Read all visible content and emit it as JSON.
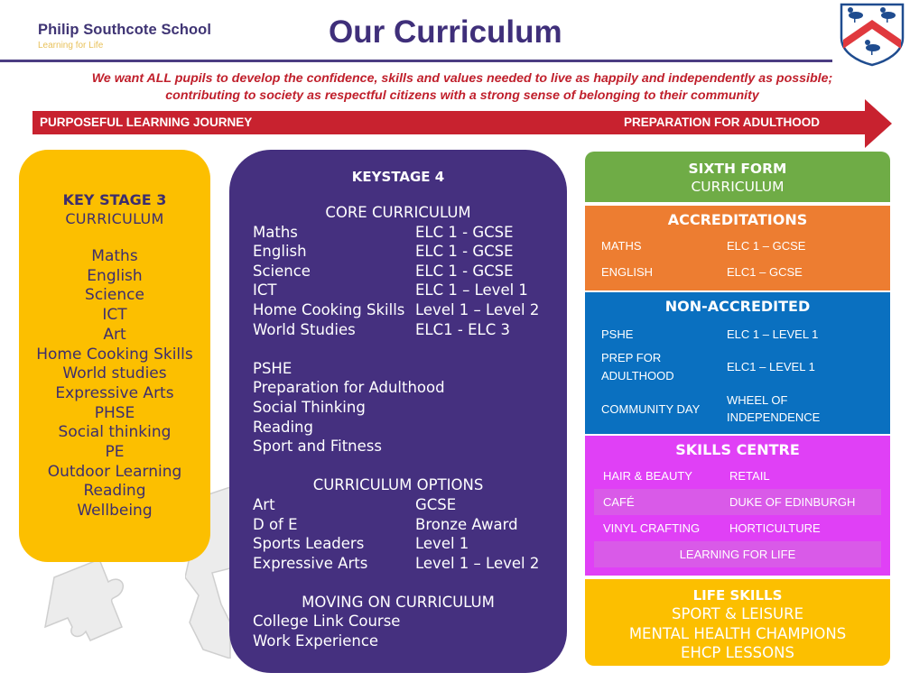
{
  "header": {
    "school_name": "Philip Southcote School",
    "school_tagline": "Learning for Life",
    "title": "Our Curriculum",
    "crest_icon": "school-crest-icon"
  },
  "mission": {
    "line1": "We want ALL pupils to develop the confidence, skills and values needed to live as happily and independently as possible;",
    "line2": "contributing to society as respectful citizens with a strong sense of belonging to their community"
  },
  "journey_arrow": {
    "left_label": "PURPOSEFUL LEARNING JOURNEY",
    "right_label": "PREPARATION FOR ADULTHOOD",
    "color": "#c8222f"
  },
  "key_stage_3": {
    "title": "KEY STAGE 3",
    "subtitle": "CURRICULUM",
    "color": "#fcbf00",
    "subjects": [
      "Maths",
      "English",
      "Science",
      "ICT",
      "Art",
      "Home Cooking Skills",
      "World studies",
      "Expressive Arts",
      "PHSE",
      "Social thinking",
      "PE",
      "Outdoor Learning",
      "Reading",
      "Wellbeing"
    ]
  },
  "key_stage_4": {
    "title": "KEYSTAGE 4",
    "color": "#45307f",
    "core": {
      "heading": "CORE CURRICULUM",
      "rows": [
        {
          "subject": "Maths",
          "level": "ELC 1 - GCSE"
        },
        {
          "subject": "English",
          "level": "ELC 1 - GCSE"
        },
        {
          "subject": "Science",
          "level": "ELC 1 - GCSE"
        },
        {
          "subject": "ICT",
          "level": "ELC 1 – Level 1"
        },
        {
          "subject": "Home Cooking Skills",
          "level": "Level 1 – Level 2"
        },
        {
          "subject": "World Studies",
          "level": "ELC1 - ELC 3"
        }
      ]
    },
    "other_subjects": [
      "PSHE",
      "Preparation for Adulthood",
      "Social Thinking",
      "Reading",
      "Sport and Fitness"
    ],
    "options": {
      "heading": "CURRICULUM OPTIONS",
      "rows": [
        {
          "subject": "Art",
          "level": "GCSE"
        },
        {
          "subject": "D of E",
          "level": "Bronze Award"
        },
        {
          "subject": "Sports Leaders",
          "level": "Level 1"
        },
        {
          "subject": "Expressive Arts",
          "level": "Level 1 – Level 2"
        }
      ]
    },
    "moving_on": {
      "heading": "MOVING ON CURRICULUM",
      "items": [
        "College Link Course",
        "Work Experience"
      ]
    }
  },
  "sixth_form": {
    "title": "SIXTH FORM",
    "subtitle": "CURRICULUM",
    "color": "#6fac46",
    "accreditations": {
      "title": "ACCREDITATIONS",
      "color": "#ed7d31",
      "rows": [
        {
          "subject": "MATHS",
          "level": "ELC 1 – GCSE"
        },
        {
          "subject": "ENGLISH",
          "level": "ELC1 – GCSE"
        }
      ]
    },
    "non_accredited": {
      "title": "NON-ACCREDITED",
      "color": "#0a70c0",
      "rows": [
        {
          "subject": "PSHE",
          "level": "ELC 1 – LEVEL 1"
        },
        {
          "subject": "PREP FOR ADULTHOOD",
          "level": "ELC1 – LEVEL 1"
        },
        {
          "subject": "COMMUNITY DAY",
          "level": "WHEEL OF INDEPENDENCE"
        }
      ]
    },
    "skills_centre": {
      "title": "SKILLS CENTRE",
      "color": "#e040f6",
      "rows": [
        {
          "left": "HAIR & BEAUTY",
          "right": "RETAIL"
        },
        {
          "left": "CAFÉ",
          "right": "DUKE OF EDINBURGH"
        },
        {
          "left": "VINYL CRAFTING",
          "right": "HORTICULTURE"
        }
      ],
      "footer": "LEARNING FOR LIFE"
    },
    "life_skills": {
      "title": "LIFE SKILLS",
      "color": "#fcbf00",
      "items": [
        "SPORT & LEISURE",
        "MENTAL HEALTH CHAMPIONS",
        "EHCP LESSONS"
      ]
    }
  }
}
